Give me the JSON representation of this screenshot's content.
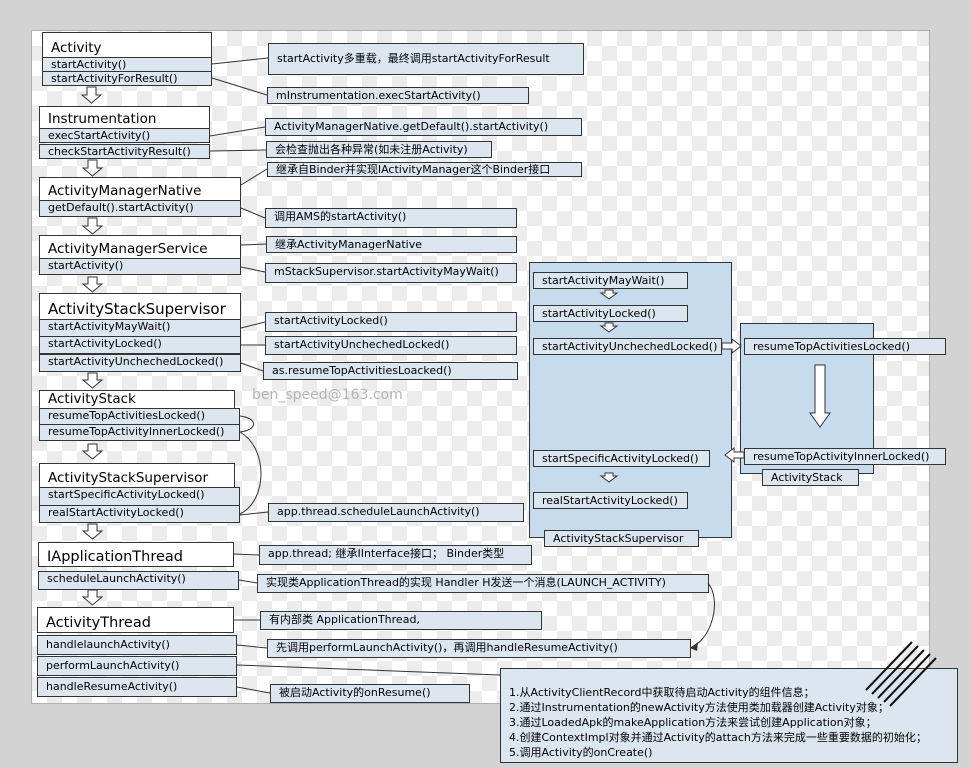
{
  "classes": {
    "activity": "Activity",
    "instrumentation": "Instrumentation",
    "amn": "ActivityManagerNative",
    "ams": "ActivityManagerService",
    "ass1": "ActivityStackSupervisor",
    "as": "ActivityStack",
    "ass2": "ActivityStackSupervisor",
    "iat": "IApplicationThread",
    "at": "ActivityThread"
  },
  "methods": {
    "activity_0": "startActivity()",
    "activity_1": "startActivityForResult()",
    "instr_0": "execStartActivity()",
    "instr_1": "checkStartActivityResult()",
    "amn_0": "getDefault().startActivity()",
    "ams_0": "startActivity()",
    "ass1_0": "startActivityMayWait()",
    "ass1_1": "startActivityLocked()",
    "ass1_2": "startActivityUnchechedLocked()",
    "as_0": "resumeTopActivitiesLocked()",
    "as_1": "resumeTopActivityInnerLocked()",
    "ass2_0": "startSpecificActivityLocked()",
    "ass2_1": "realStartActivityLocked()",
    "iat_0": "scheduleLaunchActivity()",
    "at_0": "handlelaunchActivity()",
    "at_1": "performLaunchActivity()",
    "at_2": "handleResumeActivity()"
  },
  "notes": {
    "n1": "startActivity多重载，最终调用startActivityForResult",
    "n2": "mInstrumentation.execStartActivity()",
    "n3": "ActivityManagerNative.getDefault().startActivity()",
    "n4": "会检查抛出各种异常(如未注册Activity)",
    "n5": "继承自Binder并实现IActivityManager这个Binder接口",
    "n6": "调用AMS的startActivity()",
    "n7": "继承ActivityManagerNative",
    "n8": "mStackSupervisor.startActivityMayWait()",
    "n9": "startActivityLocked()",
    "n10": "startActivityUnchechedLocked()",
    "n11": "as.resumeTopActivitiesLoacked()",
    "n12": "app.thread.scheduleLaunchActivity()",
    "n13": "app.thread;  继承IInterface接口；  Binder类型",
    "n14": "实现类ApplicationThread的实现 Handler H发送一个消息(LAUNCH_ACTIVITY)",
    "n15": "有内部类 ApplicationThread,",
    "n16": "先调用performLaunchActivity()，再调用handleResumeActivity()",
    "n17": "被启动Activity的onResume()"
  },
  "panel_left": {
    "items": [
      "startActivityMayWait()",
      "startActivityLocked()",
      "startActivityUnchechedLocked()",
      "startSpecificActivityLocked()",
      "realStartActivityLocked()"
    ],
    "label": "ActivityStackSupervisor"
  },
  "panel_right": {
    "items": [
      "resumeTopActivitiesLocked()",
      "resumeTopActivityInnerLocked()"
    ],
    "label": "ActivityStack"
  },
  "watermark": "ben_speed@163.com",
  "summary": [
    "1.从ActivityClientRecord中获取待启动Activity的组件信息；",
    "2.通过Instrumentation的newActivity方法使用类加载器创建Activity对象；",
    "3.通过LoadedApk的makeApplication方法来尝试创建Application对象；",
    "4.创建ContextImpl对象并通过Activity的attach方法来完成一些重要数据的初始化；",
    "5.调用Activity的onCreate()"
  ],
  "colors": {
    "method_fill": "#dce6f1",
    "panel_fill": "#c6dbee",
    "line": "#333333"
  }
}
